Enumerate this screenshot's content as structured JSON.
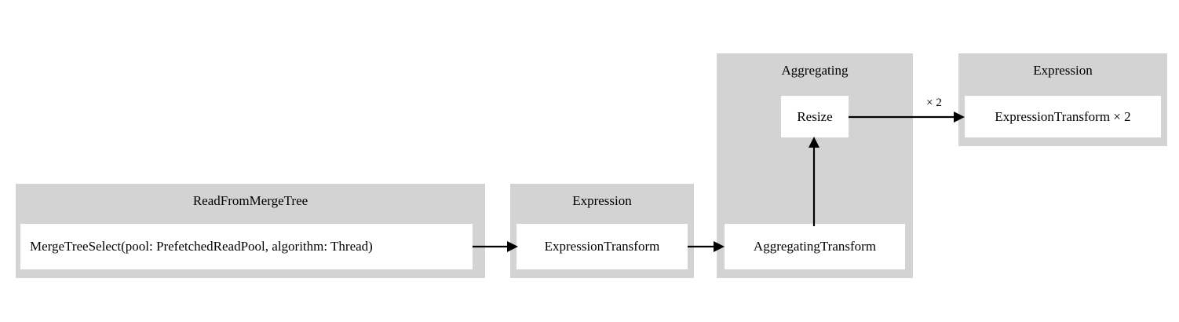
{
  "diagram": {
    "type": "pipeline-graph",
    "background_color": "#ffffff",
    "cluster_color": "#d3d3d3",
    "node_color": "#ffffff",
    "edge_color": "#000000",
    "clusters": [
      {
        "id": "read-from-merge-tree",
        "title": "ReadFromMergeTree",
        "nodes": [
          {
            "id": "merge-tree-select",
            "label": "MergeTreeSelect(pool: PrefetchedReadPool, algorithm: Thread)"
          }
        ]
      },
      {
        "id": "expression-1",
        "title": "Expression",
        "nodes": [
          {
            "id": "expression-transform",
            "label": "ExpressionTransform"
          }
        ]
      },
      {
        "id": "aggregating",
        "title": "Aggregating",
        "nodes": [
          {
            "id": "resize",
            "label": "Resize"
          },
          {
            "id": "aggregating-transform",
            "label": "AggregatingTransform"
          }
        ]
      },
      {
        "id": "expression-2",
        "title": "Expression",
        "nodes": [
          {
            "id": "expression-transform-x2",
            "label": "ExpressionTransform × 2"
          }
        ]
      }
    ],
    "edges": [
      {
        "id": "e1",
        "from": "merge-tree-select",
        "to": "expression-transform",
        "label": ""
      },
      {
        "id": "e2",
        "from": "expression-transform",
        "to": "aggregating-transform",
        "label": ""
      },
      {
        "id": "e3",
        "from": "aggregating-transform",
        "to": "resize",
        "label": ""
      },
      {
        "id": "e4",
        "from": "resize",
        "to": "expression-transform-x2",
        "label": "× 2"
      }
    ]
  }
}
